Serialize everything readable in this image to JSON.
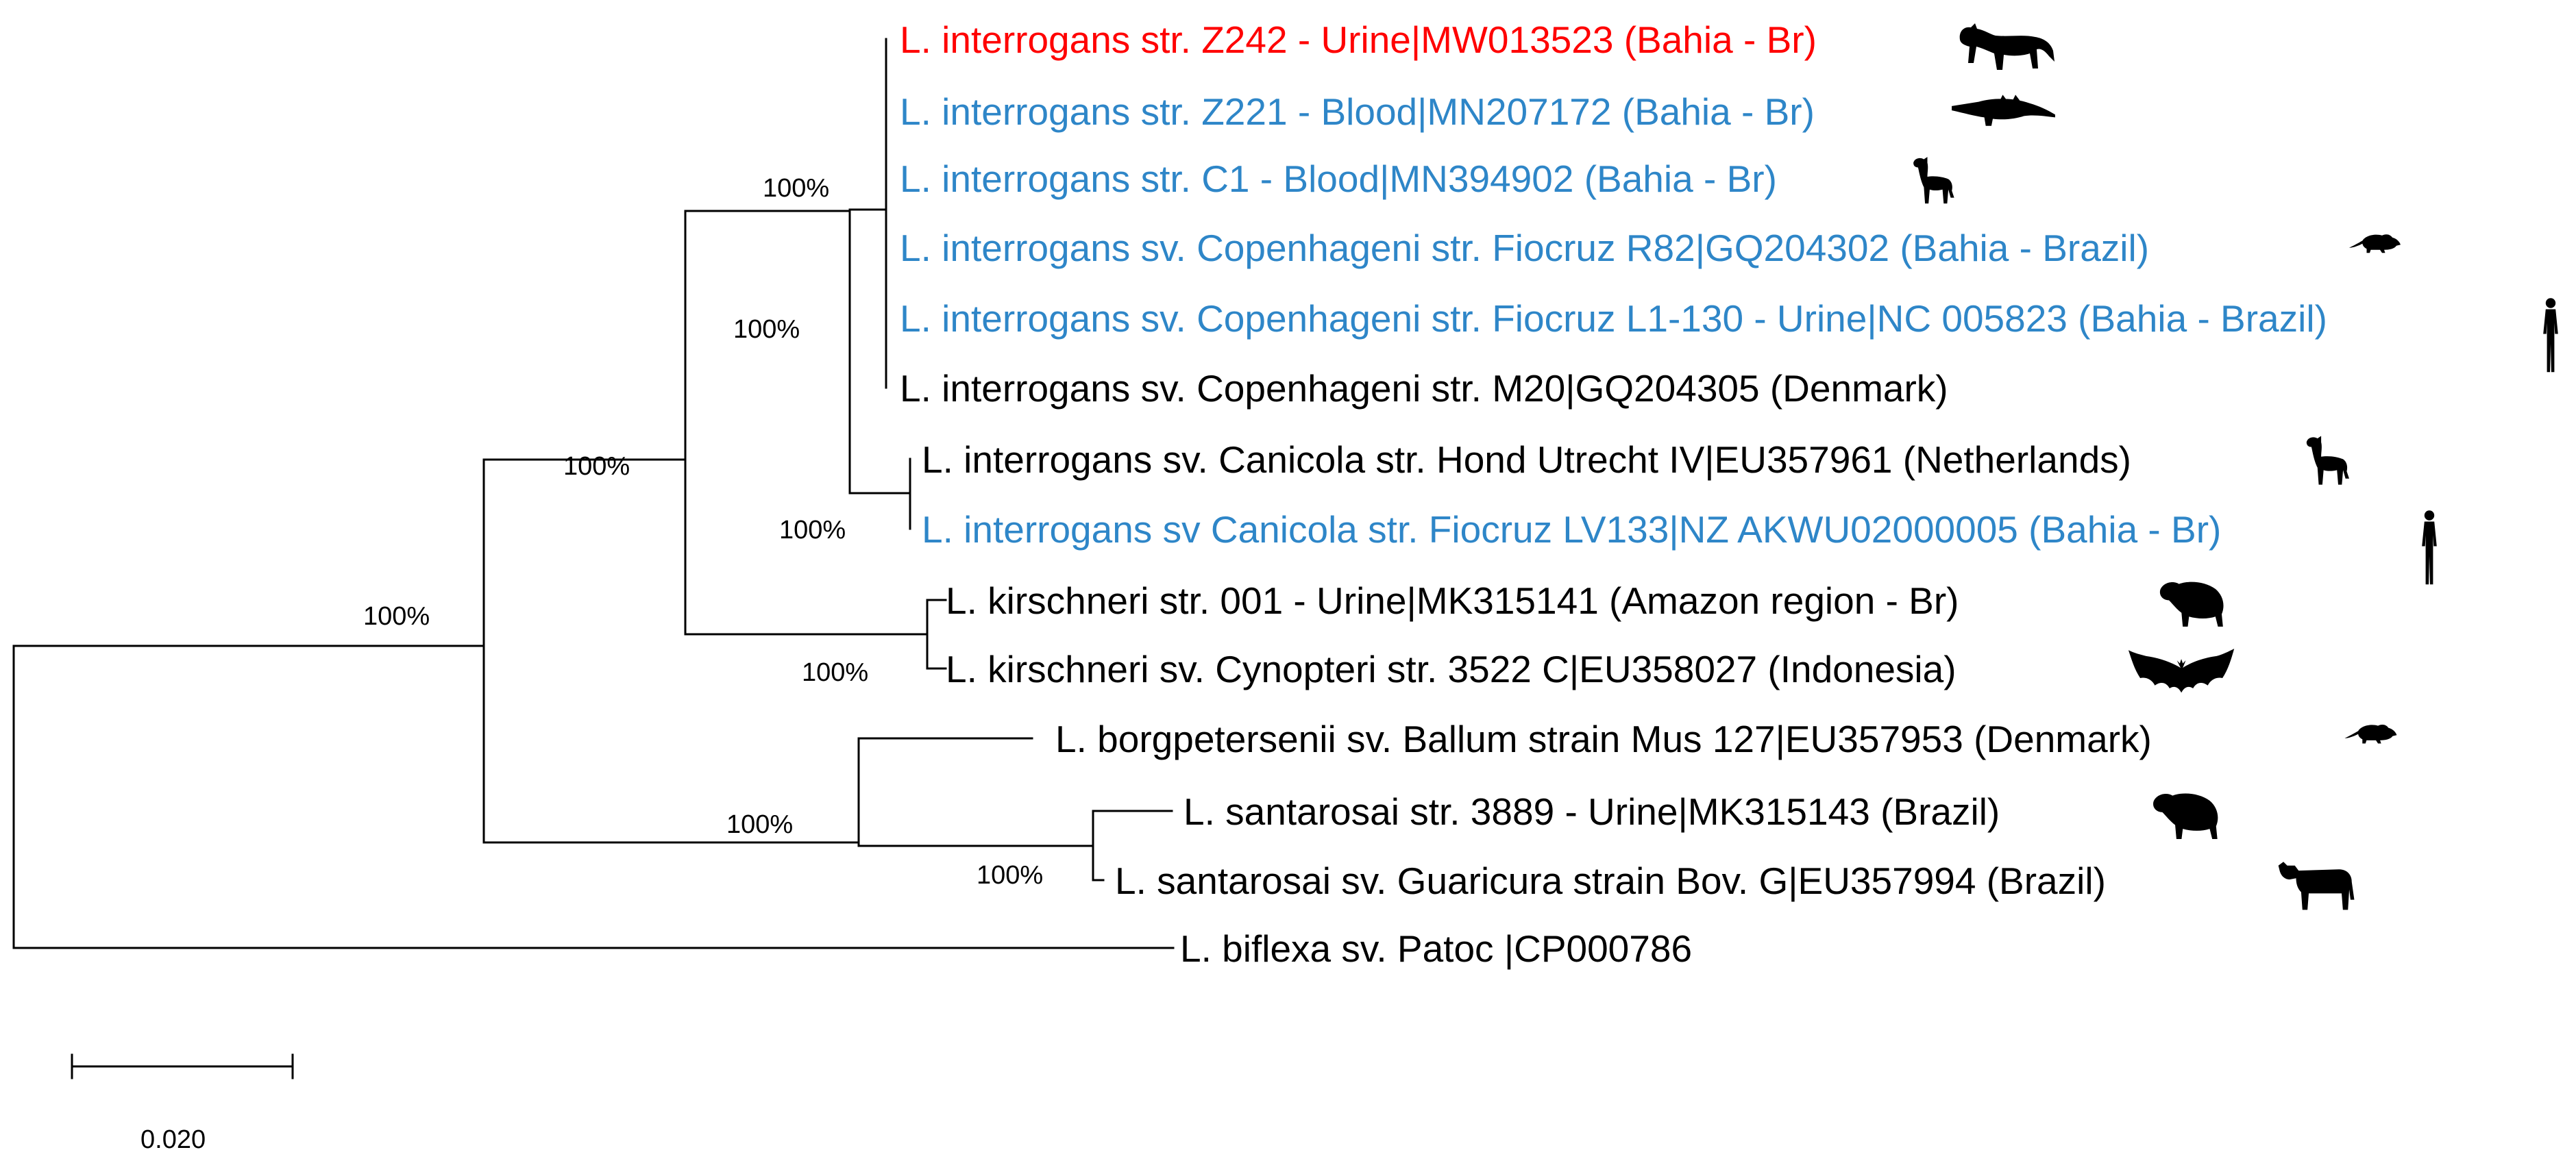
{
  "colors": {
    "highlight": "#ff0000",
    "study": "#2e86c8",
    "reference": "#000000"
  },
  "leaves": [
    {
      "label": "L. interrogans str. Z242 - Urine|MW013523 (Bahia - Br)",
      "group": "highlight",
      "icon": "jaguar-icon"
    },
    {
      "label": "L. interrogans str. Z221 - Blood|MN207172 (Bahia - Br)",
      "group": "study",
      "icon": "caiman-icon"
    },
    {
      "label": "L. interrogans str. C1 - Blood|MN394902 (Bahia - Br)",
      "group": "study",
      "icon": "dog-icon"
    },
    {
      "label": "L. interrogans sv. Copenhageni str. Fiocruz R82|GQ204302 (Bahia - Brazil)",
      "group": "study",
      "icon": "rat-icon"
    },
    {
      "label": "L. interrogans sv. Copenhageni str. Fiocruz L1-130 - Urine|NC 005823 (Bahia - Brazil)",
      "group": "study",
      "icon": "human-icon"
    },
    {
      "label": "L. interrogans sv. Copenhageni str. M20|GQ204305 (Denmark)",
      "group": "reference",
      "icon": ""
    },
    {
      "label": "L. interrogans sv. Canicola str. Hond Utrecht IV|EU357961 (Netherlands)",
      "group": "reference",
      "icon": "dog-icon"
    },
    {
      "label": "L. interrogans sv Canicola str. Fiocruz LV133|NZ AKWU02000005 (Bahia - Br)",
      "group": "study",
      "icon": "human-icon"
    },
    {
      "label": "L. kirschneri str. 001 - Urine|MK315141 (Amazon region - Br)",
      "group": "reference",
      "icon": "capybara-icon"
    },
    {
      "label": "L. kirschneri sv. Cynopteri str. 3522 C|EU358027 (Indonesia)",
      "group": "reference",
      "icon": "bat-icon"
    },
    {
      "label": "L. borgpetersenii sv. Ballum strain Mus 127|EU357953 (Denmark)",
      "group": "reference",
      "icon": "rat-icon"
    },
    {
      "label": "L. santarosai str. 3889 - Urine|MK315143 (Brazil)",
      "group": "reference",
      "icon": "capybara-icon"
    },
    {
      "label": "L. santarosai sv. Guaricura strain Bov. G|EU357994 (Brazil)",
      "group": "reference",
      "icon": "cow-icon"
    },
    {
      "label": "L. biflexa sv. Patoc |CP000786",
      "group": "reference",
      "icon": ""
    }
  ],
  "support_values": [
    "100%",
    "100%",
    "100%",
    "100%",
    "100%",
    "100%",
    "100%",
    "100%"
  ],
  "scale_bar": {
    "label": "0.020"
  }
}
